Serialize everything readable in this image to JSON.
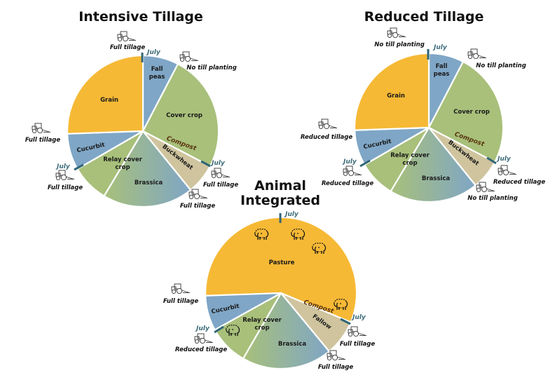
{
  "colors": {
    "grain": "#F6B935",
    "pasture": "#F6B935",
    "fall_peas": "#7FA6C6",
    "cucurbit": "#7FA6C6",
    "cover_crop": "#A8C07A",
    "relay_cover_crop": "#A8C07A",
    "buckwheat": "#CFC49E",
    "fallow": "#CFC49E",
    "brassica_gradient_start": "#A8C07A",
    "brassica_gradient_end": "#7FA6C6",
    "july_marker": "#2F6677",
    "july_text": "#3d6b7a",
    "compost_text": "#5a3410",
    "separator": "#ffffff"
  },
  "diagrams": [
    {
      "id": "intensive",
      "title": "Intensive Tillage",
      "slices": [
        {
          "label": "Fall peas",
          "lines": [
            "Fall",
            "peas"
          ]
        },
        {
          "label": "Cover crop",
          "lines": [
            "Cover crop"
          ]
        },
        {
          "label": "Buckwheat",
          "lines": [
            "Buckwheat"
          ]
        },
        {
          "label": "Brassica",
          "lines": [
            "Brassica"
          ]
        },
        {
          "label": "Relay cover crop",
          "lines": [
            "Relay cover",
            "crop"
          ]
        },
        {
          "label": "Cucurbit",
          "lines": [
            "Cucurbit"
          ]
        },
        {
          "label": "Grain",
          "lines": [
            "Grain"
          ]
        }
      ],
      "compost_label": "Compost",
      "july_labels": [
        "July",
        "July",
        "July"
      ],
      "operations": [
        {
          "label": "Full tillage",
          "position": "top"
        },
        {
          "label": "No till planting",
          "position": "top-right"
        },
        {
          "label": "Full tillage",
          "position": "right"
        },
        {
          "label": "Full tillage",
          "position": "bottom-right"
        },
        {
          "label": "Full tillage",
          "position": "bottom-left"
        },
        {
          "label": "Full tillage",
          "position": "left"
        }
      ]
    },
    {
      "id": "reduced",
      "title": "Reduced Tillage",
      "slices": [
        {
          "label": "Fall peas",
          "lines": [
            "Fall",
            "peas"
          ]
        },
        {
          "label": "Cover crop",
          "lines": [
            "Cover crop"
          ]
        },
        {
          "label": "Buckwheat",
          "lines": [
            "Buckwheat"
          ]
        },
        {
          "label": "Brassica",
          "lines": [
            "Brassica"
          ]
        },
        {
          "label": "Relay cover crop",
          "lines": [
            "Relay cover",
            "crop"
          ]
        },
        {
          "label": "Cucurbit",
          "lines": [
            "Cucurbit"
          ]
        },
        {
          "label": "Grain",
          "lines": [
            "Grain"
          ]
        }
      ],
      "compost_label": "Compost",
      "july_labels": [
        "July",
        "July",
        "July"
      ],
      "operations": [
        {
          "label": "No till planting",
          "position": "top"
        },
        {
          "label": "No till planting",
          "position": "top-right"
        },
        {
          "label": "Reduced tillage",
          "position": "right"
        },
        {
          "label": "No till planting",
          "position": "bottom-right"
        },
        {
          "label": "Reduced tillage",
          "position": "bottom-left"
        },
        {
          "label": "Reduced tillage",
          "position": "left"
        }
      ]
    },
    {
      "id": "animal",
      "title": "Animal Integrated",
      "title_lines": [
        "Animal",
        "Integrated"
      ],
      "slices": [
        {
          "label": "Pasture",
          "lines": [
            "Pasture"
          ]
        },
        {
          "label": "Fallow",
          "lines": [
            "Fallow"
          ]
        },
        {
          "label": "Brassica",
          "lines": [
            "Brassica"
          ]
        },
        {
          "label": "Relay cover crop",
          "lines": [
            "Relay cover",
            "crop"
          ]
        },
        {
          "label": "Cucurbit",
          "lines": [
            "Cucurbit"
          ]
        }
      ],
      "compost_label": "Compost",
      "july_labels": [
        "July",
        "July",
        "July"
      ],
      "operations": [
        {
          "label": "Full tillage",
          "position": "right"
        },
        {
          "label": "Full tillage",
          "position": "bottom-right"
        },
        {
          "label": "Reduced tillage",
          "position": "bottom-left"
        },
        {
          "label": "Full tillage",
          "position": "left"
        }
      ],
      "icons": [
        "sheep-icon",
        "sheep-icon",
        "sheep-icon",
        "sheep-icon",
        "sheep-icon"
      ]
    }
  ],
  "chart_data": [
    {
      "type": "pie",
      "title": "Intensive Tillage",
      "categories": [
        "Fall peas",
        "Cover crop",
        "Buckwheat",
        "Brassica",
        "Relay cover crop",
        "Cucurbit",
        "Grain"
      ],
      "values": [
        27.5,
        90,
        23.5,
        70,
        29.5,
        28,
        91.5
      ],
      "unit": "degrees of year (clockwise from top, July at top)",
      "annotations": [
        "Compost",
        "July",
        "Full tillage",
        "No till planting"
      ]
    },
    {
      "type": "pie",
      "title": "Reduced Tillage",
      "categories": [
        "Fall peas",
        "Cover crop",
        "Buckwheat",
        "Brassica",
        "Relay cover crop",
        "Cucurbit",
        "Grain"
      ],
      "values": [
        27.5,
        90,
        23.5,
        70,
        29.5,
        28,
        91.5
      ],
      "unit": "degrees of year (clockwise from top, July at top)",
      "annotations": [
        "Compost",
        "July",
        "Reduced tillage",
        "No till planting"
      ]
    },
    {
      "type": "pie",
      "title": "Animal Integrated",
      "categories": [
        "Pasture",
        "Fallow",
        "Brassica",
        "Relay cover crop",
        "Cucurbit"
      ],
      "values": [
        204.7,
        27.8,
        69.5,
        31,
        27
      ],
      "unit": "degrees of year (clockwise from ~268°, July at top)",
      "annotations": [
        "Compost",
        "July",
        "Full tillage",
        "Reduced tillage"
      ]
    }
  ]
}
